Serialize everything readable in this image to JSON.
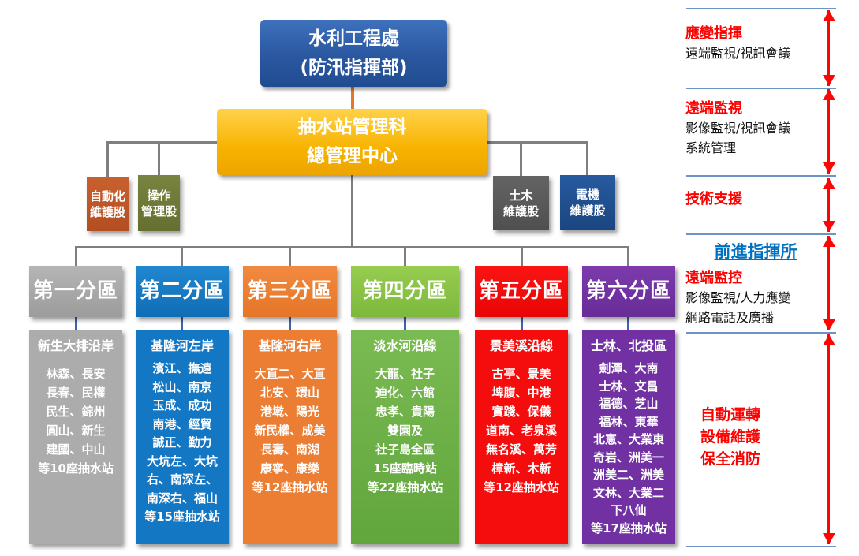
{
  "org": {
    "top_box": {
      "lines": [
        "水利工程處",
        "(防汛指揮部)"
      ],
      "color": "#2A57A0"
    },
    "center_box": {
      "lines": [
        "抽水站管理科",
        "總管理中心"
      ],
      "color": "#F7B300"
    },
    "dept_boxes": [
      {
        "label_lines": [
          "自動化",
          "維護股"
        ],
        "color": "#C0572B"
      },
      {
        "label_lines": [
          "操作",
          "管理股"
        ],
        "color": "#6F7B3B"
      },
      {
        "label_lines": [
          "土木",
          "維護股"
        ],
        "color": "#595959"
      },
      {
        "label_lines": [
          "電機",
          "維護股"
        ],
        "color": "#1F4E8F"
      }
    ],
    "divisions": [
      {
        "title": "第一分區",
        "color": "#A8A8A8",
        "area": "新生大排沿岸",
        "stations": [
          "林森、長安",
          "長春、民權",
          "民生、錦州",
          "圓山、新生",
          "建國、中山",
          "等10座抽水站"
        ]
      },
      {
        "title": "第二分區",
        "color": "#1377C4",
        "area": "基隆河左岸",
        "stations": [
          "濱江、撫遠",
          "松山、南京",
          "玉成、成功",
          "南港、經貿",
          "誠正、勤力",
          "大坑左、大坑",
          "右、南深左、",
          "南深右、福山",
          "等15座抽水站"
        ]
      },
      {
        "title": "第三分區",
        "color": "#EC7E33",
        "area": "基隆河右岸",
        "stations": [
          "大直二、大直",
          "北安、環山",
          "港墘、陽光",
          "新民權、成美",
          "長壽、南湖",
          "康寧、康樂",
          "等12座抽水站"
        ]
      },
      {
        "title": "第四分區",
        "color": "#7CB93C",
        "area": "淡水河沿線",
        "stations": [
          "大龍、社子",
          "迪化、六館",
          "忠孝、貴陽",
          "雙園及",
          "社子島全區",
          "15座臨時站",
          "等22座抽水站"
        ]
      },
      {
        "title": "第五分區",
        "color": "#F20D0D",
        "area": "景美溪沿線",
        "stations": [
          "古亭、景美",
          "埤腹、中港",
          "實踐、保儀",
          "道南、老泉溪",
          "無名溪、萬芳",
          "樟新、木新",
          "等12座抽水站"
        ]
      },
      {
        "title": "第六分區",
        "color": "#7231A3",
        "area": "士林、北投區",
        "stations": [
          "劍潭、大南",
          "士林、文昌",
          "福德、芝山",
          "福林、東華",
          "北憲、大業東",
          "奇岩、洲美一",
          "洲美二、洲美",
          "文林、大業二",
          "下八仙",
          "等17座抽水站"
        ]
      }
    ]
  },
  "annotations": {
    "sections": [
      {
        "title": "應變指揮",
        "lines": [
          "遠端監視/視訊會議"
        ]
      },
      {
        "title": "遠端監視",
        "lines": [
          "影像監視/視訊會議",
          "系統管理"
        ]
      },
      {
        "title": "技術支援",
        "lines": []
      },
      {
        "forward_post": "前進指揮所",
        "title": "遠端監控",
        "lines": [
          "影像監視/人力應變",
          "網路電話及廣播"
        ]
      },
      {
        "title_lines": [
          "自動運轉",
          "設備維護",
          "保全消防"
        ]
      }
    ],
    "colors": {
      "section_title": "#FF0000",
      "forward_post_link": "#0070C0",
      "arrow": "#FE0505",
      "separator_line": "#6E93C5"
    }
  },
  "connector_colors": {
    "gray": "#7F7F7F",
    "blue": "#3E63AE",
    "orange": "#E87728"
  }
}
